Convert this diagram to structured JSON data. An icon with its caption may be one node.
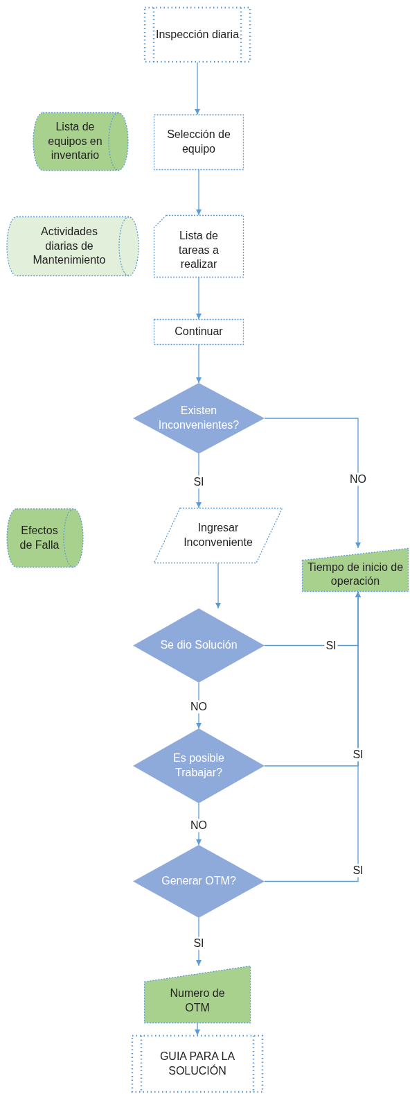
{
  "diagram": {
    "nodes": [
      {
        "text": [
          "Inspección diaria"
        ]
      },
      {
        "text": [
          "Lista de equipos en inventario"
        ]
      },
      {
        "text": [
          "Selección de equipo"
        ]
      },
      {
        "text": [
          "Actividades diarias de Mantenimiento"
        ]
      },
      {
        "text": [
          "Lista de tareas a realizar"
        ]
      },
      {
        "text": [
          "Continuar"
        ]
      },
      {
        "text": [
          "Existen Inconvenientes?"
        ]
      },
      {
        "text": [
          "Efectos de Falla"
        ]
      },
      {
        "text": [
          "Ingresar Inconveniente"
        ]
      },
      {
        "text": [
          "Tiempo de inicio de operación"
        ]
      },
      {
        "text": [
          "Se dio Solución"
        ]
      },
      {
        "text": [
          "Es posible Trabajar?"
        ]
      },
      {
        "text": [
          "Generar OTM?"
        ]
      },
      {
        "text": [
          "Numero de OTM"
        ]
      },
      {
        "text": [
          "GUIA PARA LA SOLUCIÓN"
        ]
      }
    ],
    "edges": [
      {
        "from": 0,
        "to": 2,
        "arrow": "to"
      },
      {
        "from": 2,
        "to": 4,
        "arrow": "to"
      },
      {
        "from": 4,
        "to": 5,
        "arrow": "to"
      },
      {
        "from": 5,
        "to": 6,
        "arrow": "to"
      },
      {
        "from": 6,
        "to": 8,
        "label": "SI",
        "arrow": "to"
      },
      {
        "from": 6,
        "to": 9,
        "label": "NO",
        "arrow": "to"
      },
      {
        "from": 8,
        "to": 10,
        "arrow": "to"
      },
      {
        "from": 10,
        "to": 9,
        "label": "SI",
        "arrow": "to"
      },
      {
        "from": 10,
        "to": 11,
        "label": "NO",
        "arrow": "to"
      },
      {
        "from": 11,
        "to": 9,
        "label": "SI",
        "arrow": "to"
      },
      {
        "from": 11,
        "to": 12,
        "label": "NO",
        "arrow": "to"
      },
      {
        "from": 12,
        "to": 9,
        "label": "SI",
        "arrow": "to"
      },
      {
        "from": 12,
        "to": 13,
        "label": "SI",
        "arrow": "to"
      },
      {
        "from": 13,
        "to": 14,
        "arrow": "to"
      }
    ]
  }
}
